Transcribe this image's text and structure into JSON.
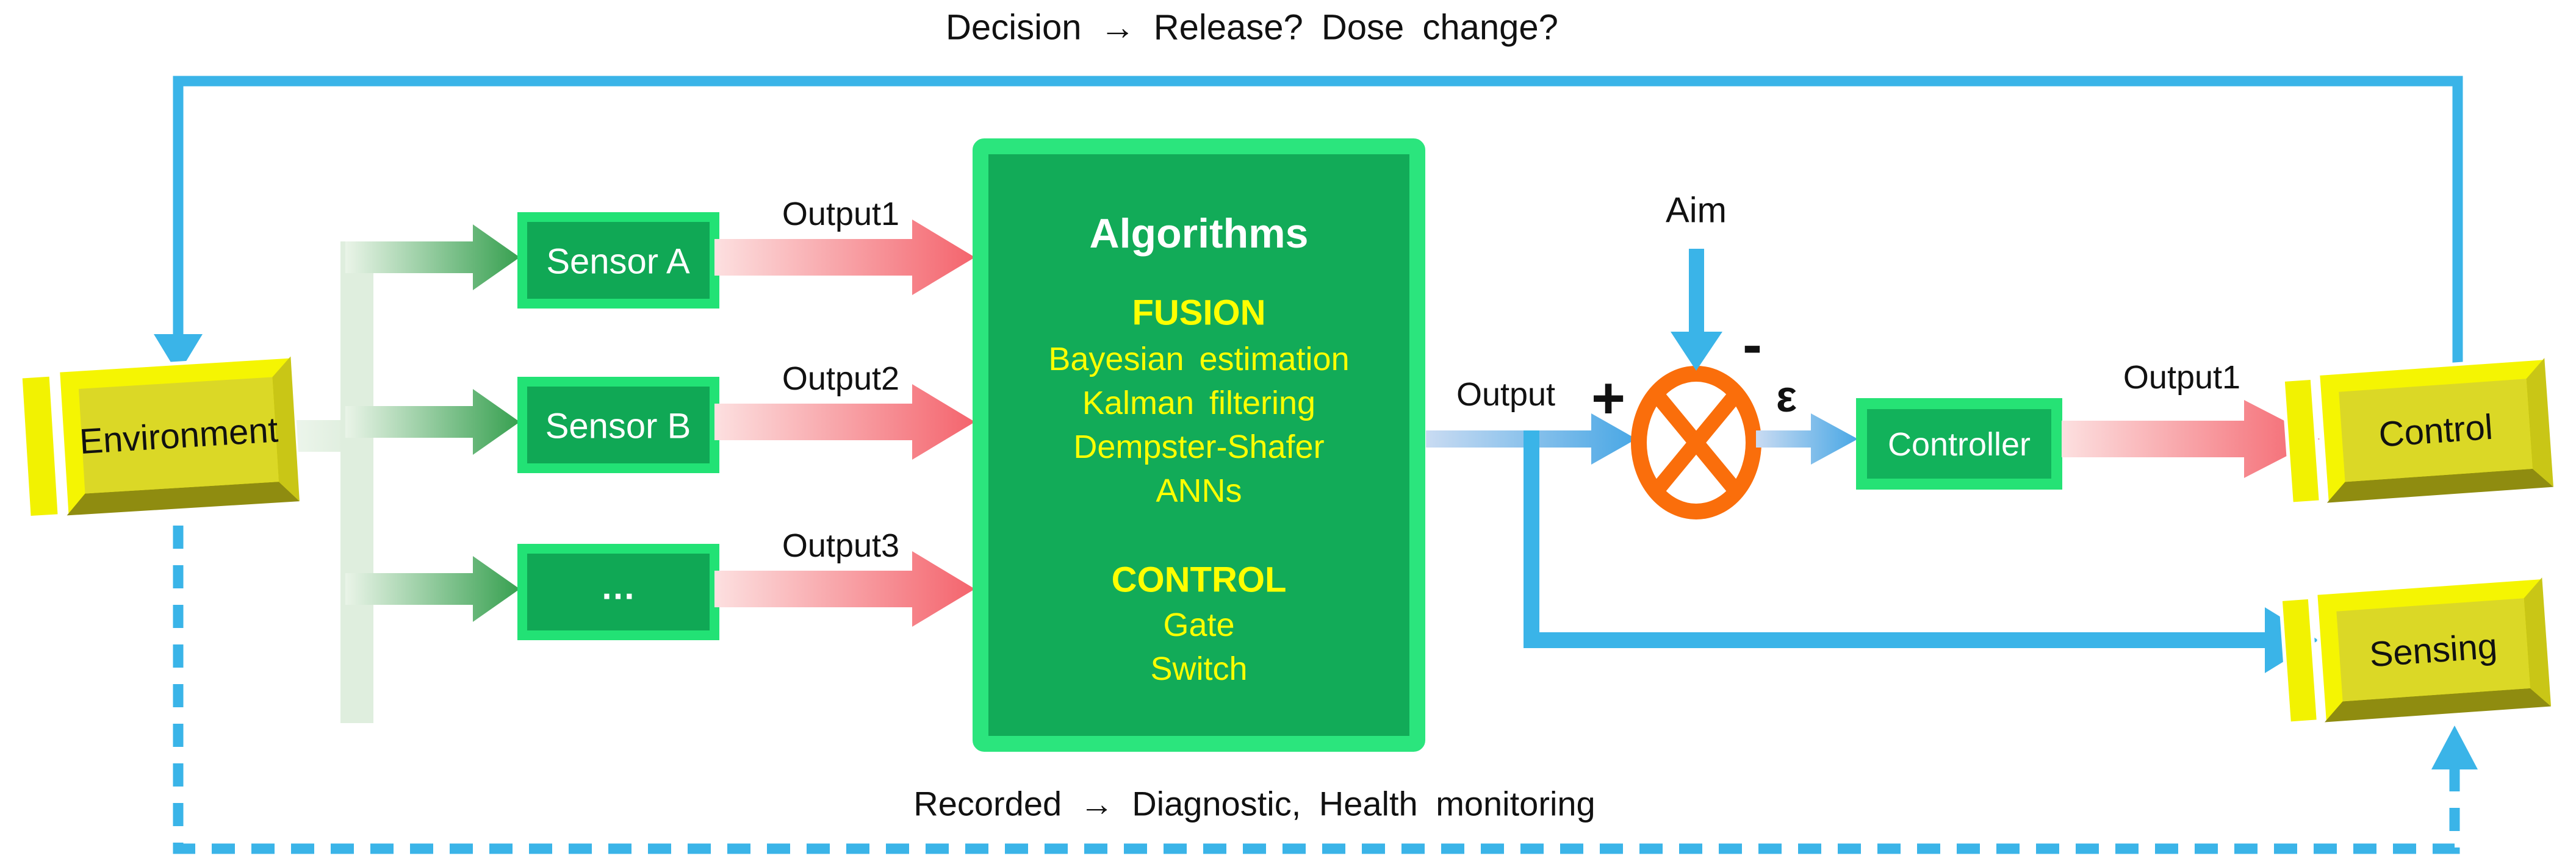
{
  "annotations": {
    "top": "Decision → Release?  Dose change?",
    "bottom": "Recorded → Diagnostic,  Health monitoring"
  },
  "nodes": {
    "environment": "Environment",
    "sensor_a": "Sensor A",
    "sensor_b": "Sensor B",
    "sensor_more": "…",
    "algorithms": {
      "title": "Algorithms",
      "fusion_heading": "FUSION",
      "fusion_items": [
        "Bayesian estimation",
        "Kalman filtering",
        "Dempster-Shafer",
        "ANNs"
      ],
      "control_heading": "CONTROL",
      "control_items": [
        "Gate",
        "Switch"
      ]
    },
    "controller": "Controller",
    "control": "Control",
    "sensing": "Sensing"
  },
  "labels": {
    "sensor_outputs": [
      "Output1",
      "Output2",
      "Output3"
    ],
    "output": "Output",
    "plus": "+",
    "minus": "-",
    "aim": "Aim",
    "epsilon": "ε",
    "controller_output": "Output1"
  },
  "colors": {
    "line_blue": "#3AB4E8",
    "green_fill": "#10A855",
    "green_border": "#22E275",
    "orange": "#FA6E0B",
    "yellow_face": "#F5F502",
    "yellow_inner": "#DBD826",
    "yellow_text_color": "#FFFF00",
    "red_arrow_end": "#F47178",
    "pale_green": "#DFEEDE"
  }
}
